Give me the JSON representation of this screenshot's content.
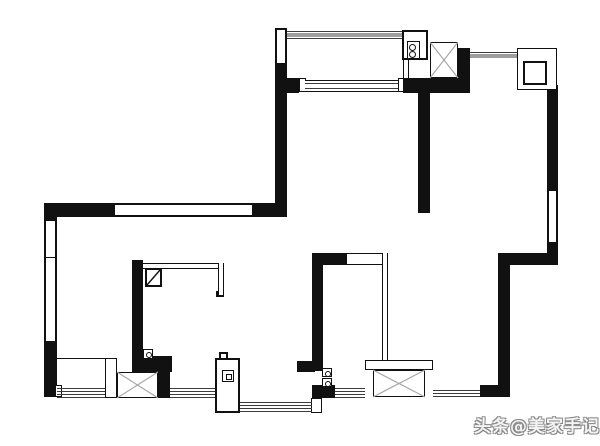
{
  "watermark": {
    "text": "头条@美家手记"
  },
  "colors": {
    "wall": "#111111",
    "background": "#ffffff",
    "railing": "#3c3c3c",
    "hatch": "#a8a8a8",
    "watermark_fill": "#f4f4f4",
    "watermark_outline": "#8a8a8a"
  },
  "symbols": {
    "shaft-hatch-icon": "x-crossed-box",
    "window": "white-band-in-black-wall",
    "balcony-railing": "stack-of-parallel-lines",
    "door-jamb": "small-white-block",
    "flue-fixture-icon": "box-with-two-circles",
    "door-swing-icon": "square-with-diagonal",
    "outlet-fixture-icon": "small-square-with-circle"
  }
}
